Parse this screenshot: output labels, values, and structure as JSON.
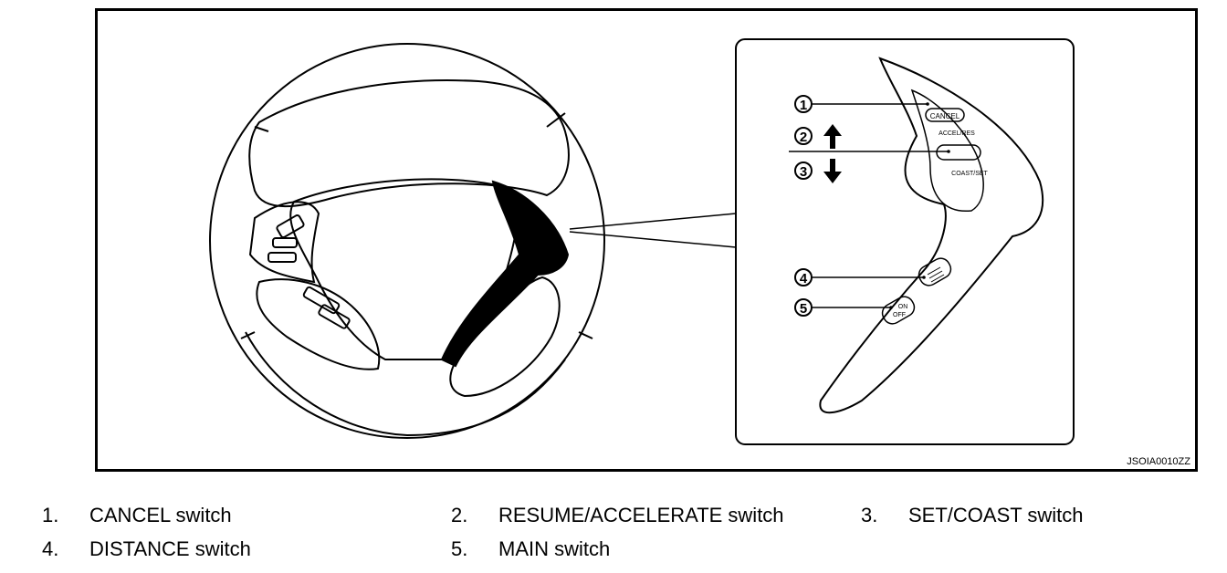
{
  "figure": {
    "figure_id": "JSOIA0010ZZ",
    "switch_labels": {
      "cancel": "CANCEL",
      "accel_res": "ACCEL/RES",
      "coast_set": "COAST/SET",
      "on": "ON",
      "off": "OFF"
    },
    "callouts": [
      "1",
      "2",
      "3",
      "4",
      "5"
    ],
    "arrow_icons": {
      "callout_2": "arrow-up-icon",
      "callout_3": "arrow-down-icon"
    }
  },
  "legend": [
    {
      "number": "1.",
      "label": "CANCEL switch"
    },
    {
      "number": "2.",
      "label": "RESUME/ACCELERATE switch"
    },
    {
      "number": "3.",
      "label": "SET/COAST switch"
    },
    {
      "number": "4.",
      "label": "DISTANCE switch"
    },
    {
      "number": "5.",
      "label": "MAIN switch"
    }
  ],
  "colors": {
    "line": "#000000",
    "background": "#ffffff",
    "highlight": "#000000"
  }
}
